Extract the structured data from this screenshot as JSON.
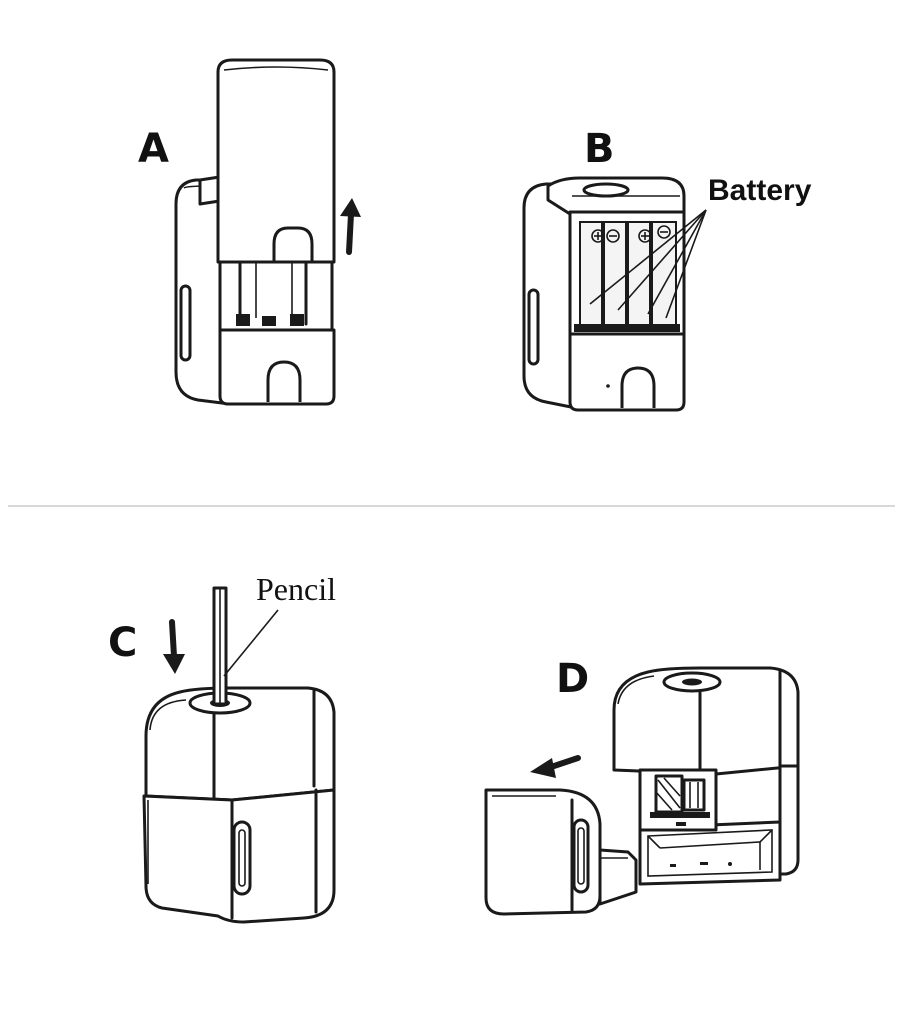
{
  "panels": {
    "a": {
      "label": "A"
    },
    "b": {
      "label": "B",
      "callout": "Battery"
    },
    "c": {
      "label": "C",
      "callout": "Pencil"
    },
    "d": {
      "label": "D"
    }
  },
  "colors": {
    "ink": "#1a1a1a",
    "background": "#ffffff",
    "divider": "#d8d8d8"
  }
}
